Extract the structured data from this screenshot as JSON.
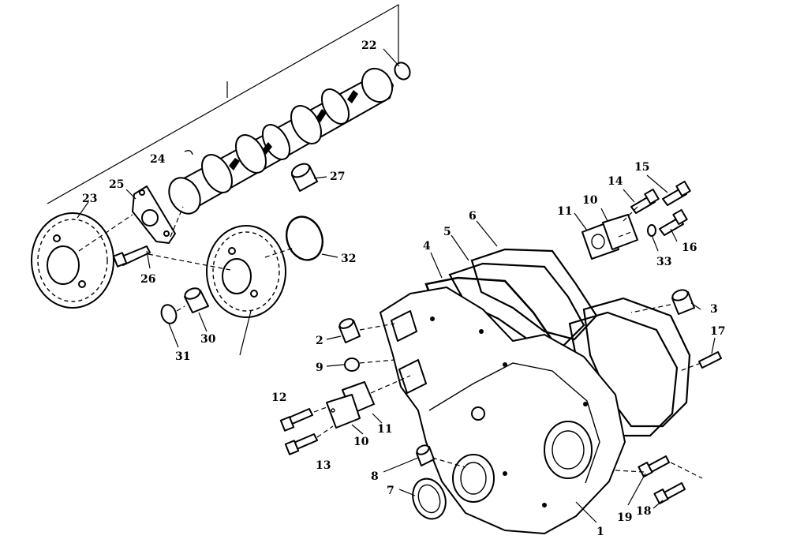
{
  "labels": {
    "p1": "1",
    "p2": "2",
    "p3": "3",
    "p4": "4",
    "p5": "5",
    "p6": "6",
    "p7": "7",
    "p8": "8",
    "p9": "9",
    "p10a": "10",
    "p10b": "10",
    "p11a": "11",
    "p11b": "11",
    "p12": "12",
    "p13": "13",
    "p14": "14",
    "p15": "15",
    "p16": "16",
    "p17": "17",
    "p18": "18",
    "p19": "19",
    "p22": "22",
    "p23": "23",
    "p24": "24",
    "p25": "25",
    "p26": "26",
    "p27": "27",
    "p30": "30",
    "p31": "31",
    "p32": "32",
    "p33": "33"
  }
}
